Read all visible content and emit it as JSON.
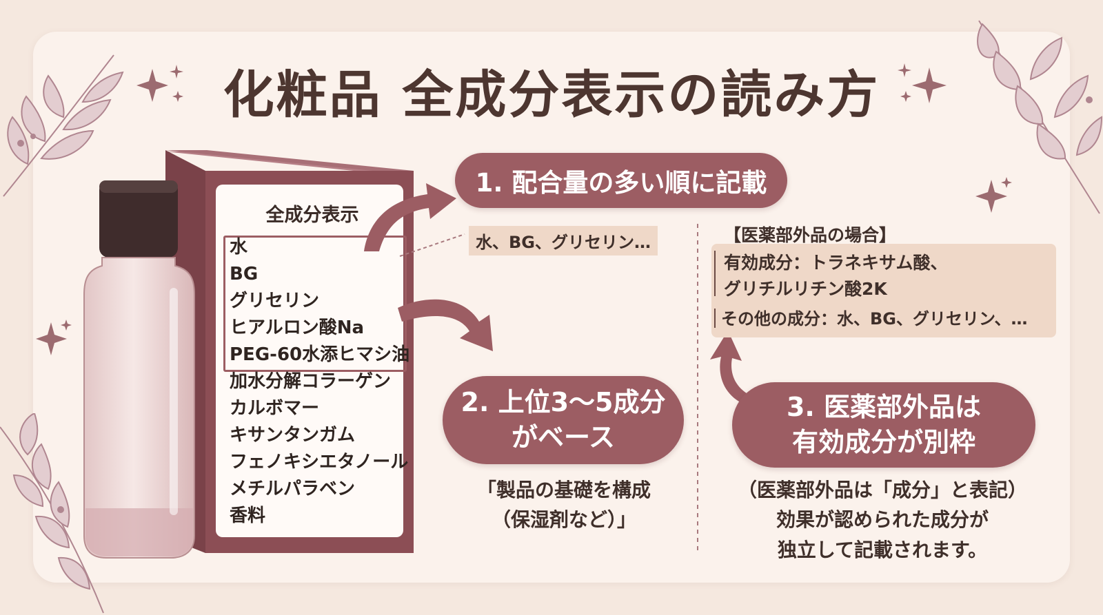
{
  "title": "化粧品 全成分表示の読み方",
  "box_label": "全成分表示",
  "ingredients": [
    "水",
    "BG",
    "グリセリン",
    "ヒアルロン酸Na",
    "PEG-60水添ヒマシ油",
    "加水分解コラーゲン",
    "カルボマー",
    "キサンタンガム",
    "フェノキシエタノール",
    "メチルパラベン",
    "香料"
  ],
  "point1": {
    "label": "1. 配合量の多い順に記載",
    "example": "水、BG、グリセリン…"
  },
  "point2": {
    "label_line1": "2. 上位3〜5成分",
    "label_line2": "がベース",
    "desc_line1": "「製品の基礎を構成",
    "desc_line2": "（保湿剤など）」"
  },
  "point3": {
    "label_line1": "3. 医薬部外品は",
    "label_line2": "有効成分が別枠",
    "desc_line1": "（医薬部外品は「成分」と表記）",
    "desc_line2": "効果が認められた成分が",
    "desc_line3": "独立して記載されます。"
  },
  "quasi_drug": {
    "heading": "【医薬部外品の場合】",
    "active_line1": "有効成分：トラネキサム酸、",
    "active_line2": "グリチルリチン酸2K",
    "other_line": "その他の成分：水、BG、グリセリン、…"
  },
  "colors": {
    "background": "#f5e8df",
    "card": "#fbf2ec",
    "accent": "#9c5d63",
    "box_dark": "#8c4e55",
    "highlight_fill": "#efd8c8",
    "text": "#4a3530"
  },
  "icons": [
    "sparkle-icon",
    "leaf-branch-icon",
    "bottle-icon",
    "box-icon",
    "arrow-icon"
  ]
}
